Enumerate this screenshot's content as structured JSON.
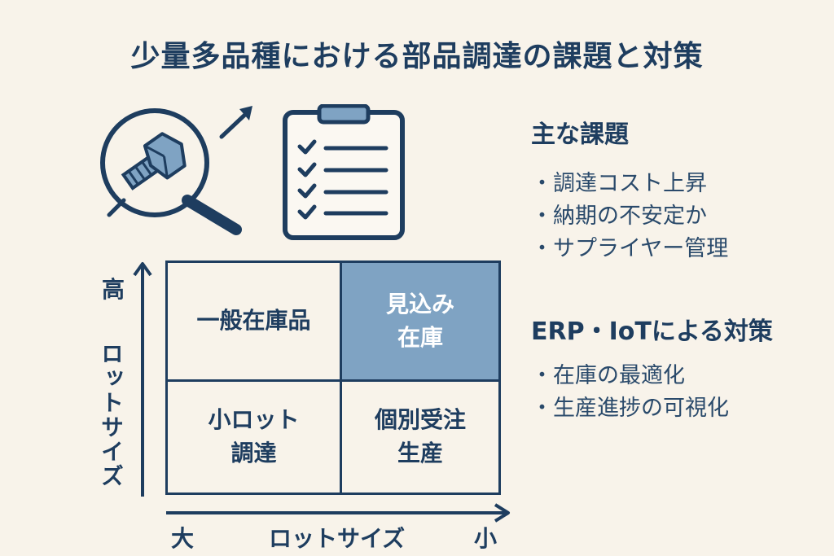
{
  "title": "少量多品種における部品調達の課題と対策",
  "icons": {
    "magnifier": "magnifier-with-bolt-icon",
    "trend_arrow": "up-right-arrow-icon",
    "clipboard": "checklist-clipboard-icon"
  },
  "matrix": {
    "y_axis": {
      "high": "高",
      "label": "ロットサイズ"
    },
    "x_axis": {
      "left": "大",
      "label": "ロットサイズ",
      "right": "小"
    },
    "cells": {
      "top_left": "一般在庫品",
      "top_right": "見込み\n在庫",
      "bottom_left": "小ロット\n調達",
      "bottom_right": "個別受注\n生産"
    },
    "highlight_color": "#7fa3c3"
  },
  "issues": {
    "heading": "主な課題",
    "items": [
      "調達コスト上昇",
      "納期の不安定か",
      "サプライヤー管理"
    ]
  },
  "measures": {
    "heading": "ERP・IoTによる対策",
    "items": [
      "在庫の最適化",
      "生産進捗の可視化"
    ]
  },
  "colors": {
    "background": "#f8f3ea",
    "primary": "#1e3d5f",
    "accent": "#7fa3c3"
  }
}
